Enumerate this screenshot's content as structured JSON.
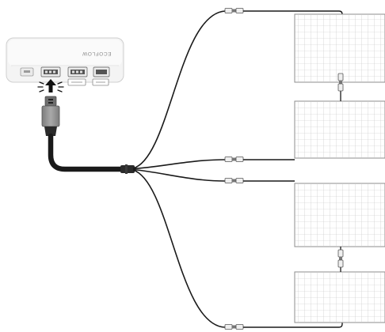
{
  "device": {
    "brand": "ECOFLOW"
  },
  "colors": {
    "cable": "#1a1a1a",
    "connector": "#9a9a9a",
    "panel_grid": "#b8b8b8",
    "device_body": "#f4f4f4"
  },
  "icons": {
    "insert_arrow": "up-arrow-with-burst",
    "plug": "xt60-plug",
    "mc4": "mc4-connector"
  }
}
